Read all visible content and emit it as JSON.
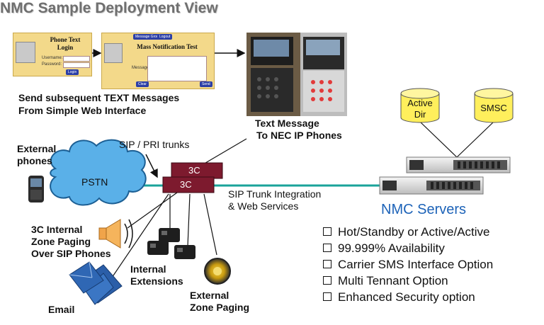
{
  "title": "NMC Sample Deployment View",
  "web_ui": {
    "login_panel": {
      "title_line1": "Phone Text",
      "title_line2": "Login",
      "username_label": "Username:",
      "password_label": "Password:",
      "login_button": "Login"
    },
    "mass_panel": {
      "title": "Mass Notification Test",
      "top_button_1": "Message Group List",
      "top_button_2": "Logout",
      "message_label": "Message",
      "bottom_left_button": "Clear",
      "bottom_right_button": "Send"
    },
    "caption_line1": "Send subsequent TEXT Messages",
    "caption_line2": "From Simple Web Interface"
  },
  "phones_caption_line1": "Text Message",
  "phones_caption_line2": "To NEC IP Phones",
  "databases": [
    {
      "line1": "Active",
      "line2": "Dir"
    },
    {
      "line1": "SMSC",
      "line2": ""
    }
  ],
  "external_phones_line1": "External",
  "external_phones_line2": "phones",
  "pstn_label": "PSTN",
  "sip_pri_label": "SIP / PRI trunks",
  "gateway_back_label": "3C",
  "gateway_front_label": "3C",
  "sip_trunk_line1": "SIP  Trunk Integration",
  "sip_trunk_line2": "& Web Services",
  "nmc_servers_label": "NMC Servers",
  "internal_paging_line1": "3C Internal",
  "internal_paging_line2": "Zone Paging",
  "internal_paging_line3": "Over SIP Phones",
  "internal_extensions_line1": "Internal",
  "internal_extensions_line2": "Extensions",
  "external_paging_line1": "External",
  "external_paging_line2": "Zone Paging",
  "email_label": "Email",
  "features": [
    "Hot/Standby or Active/Active",
    "99.999% Availability",
    "Carrier SMS Interface Option",
    "Multi Tennant Option",
    "Enhanced Security option"
  ],
  "colors": {
    "title": "#6f6f6f",
    "cloud_fill": "#5ab0e8",
    "cloud_stroke": "#1c5f94",
    "db_fill": "#ffef5c",
    "gateway_fill": "#7d1a2e",
    "trunk_line": "#1aa39a",
    "nmc_label": "#1d63b8",
    "panel_fill": "#f3d98a"
  }
}
